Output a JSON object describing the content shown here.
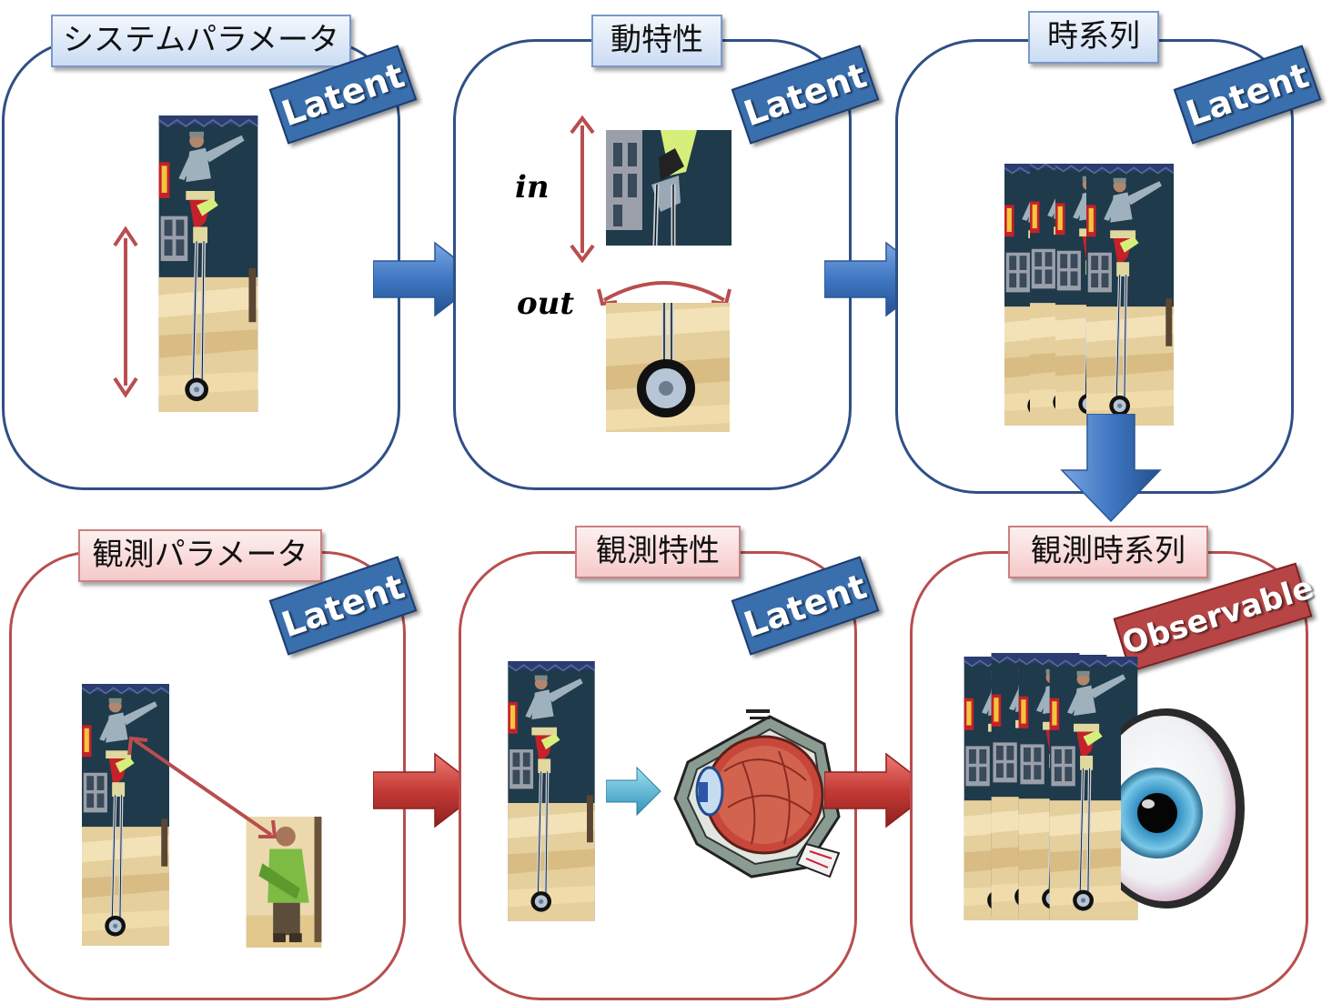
{
  "panels": {
    "system_params": {
      "title": "システムパラメータ",
      "badge": "Latent"
    },
    "dynamics": {
      "title": "動特性",
      "badge": "Latent",
      "in_label": "in",
      "out_label": "out"
    },
    "time_series": {
      "title": "時系列",
      "badge": "Latent"
    },
    "obs_params": {
      "title": "観測パラメータ",
      "badge": "Latent"
    },
    "obs_characteristics": {
      "title": "観測特性",
      "badge": "Latent"
    },
    "obs_time_series": {
      "title": "観測時系列",
      "badge": "Observable"
    }
  },
  "colors": {
    "blue_flow": "#3f77c2",
    "red_flow": "#c53b36",
    "cyan_arrow": "#4fb8d8",
    "scene_bg": "#1f3a4a",
    "floor": "#e5cf9c"
  }
}
